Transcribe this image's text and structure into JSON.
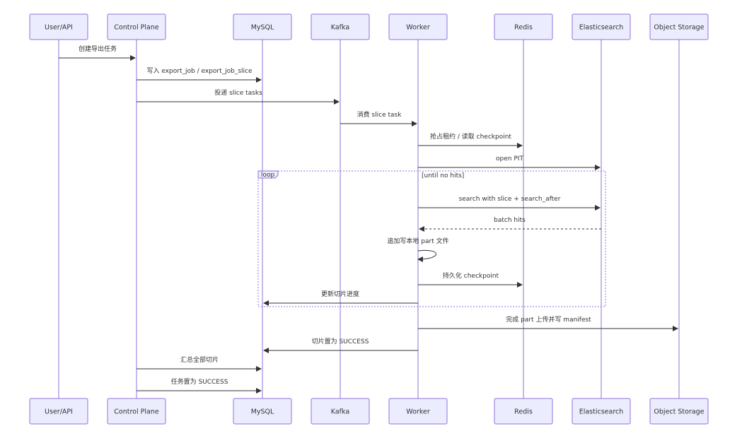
{
  "participants": [
    {
      "id": "user",
      "label": "User/API"
    },
    {
      "id": "control",
      "label": "Control Plane"
    },
    {
      "id": "mysql",
      "label": "MySQL"
    },
    {
      "id": "kafka",
      "label": "Kafka"
    },
    {
      "id": "worker",
      "label": "Worker"
    },
    {
      "id": "redis",
      "label": "Redis"
    },
    {
      "id": "es",
      "label": "Elasticsearch"
    },
    {
      "id": "os",
      "label": "Object Storage"
    }
  ],
  "messages": [
    {
      "from": "user",
      "to": "control",
      "text": "创建导出任务",
      "dashed": false
    },
    {
      "from": "control",
      "to": "mysql",
      "text": "写入 export_job / export_job_slice",
      "dashed": false
    },
    {
      "from": "control",
      "to": "kafka",
      "text": "投递 slice tasks",
      "dashed": false
    },
    {
      "from": "kafka",
      "to": "worker",
      "text": "消费 slice task",
      "dashed": false
    },
    {
      "from": "worker",
      "to": "redis",
      "text": "抢占租约 / 读取 checkpoint",
      "dashed": false
    },
    {
      "from": "worker",
      "to": "es",
      "text": "open PIT",
      "dashed": false
    },
    {
      "from": "worker",
      "to": "es",
      "text": "search with slice + search_after",
      "dashed": false
    },
    {
      "from": "es",
      "to": "worker",
      "text": "batch hits",
      "dashed": true
    },
    {
      "from": "worker",
      "to": "worker",
      "text": "追加写本地 part 文件",
      "dashed": false
    },
    {
      "from": "worker",
      "to": "redis",
      "text": "持久化 checkpoint",
      "dashed": false
    },
    {
      "from": "worker",
      "to": "mysql",
      "text": "更新切片进度",
      "dashed": false
    },
    {
      "from": "worker",
      "to": "os",
      "text": "完成 part 上传并写 manifest",
      "dashed": false
    },
    {
      "from": "worker",
      "to": "mysql",
      "text": "切片置为 SUCCESS",
      "dashed": false
    },
    {
      "from": "control",
      "to": "mysql",
      "text": "汇总全部切片",
      "dashed": false
    },
    {
      "from": "control",
      "to": "mysql",
      "text": "任务置为 SUCCESS",
      "dashed": false
    }
  ],
  "loop": {
    "label": "loop",
    "condition": "[until no hits]"
  },
  "colors": {
    "actor_fill": "#ececff",
    "actor_stroke": "#9370db",
    "line": "#333333"
  }
}
